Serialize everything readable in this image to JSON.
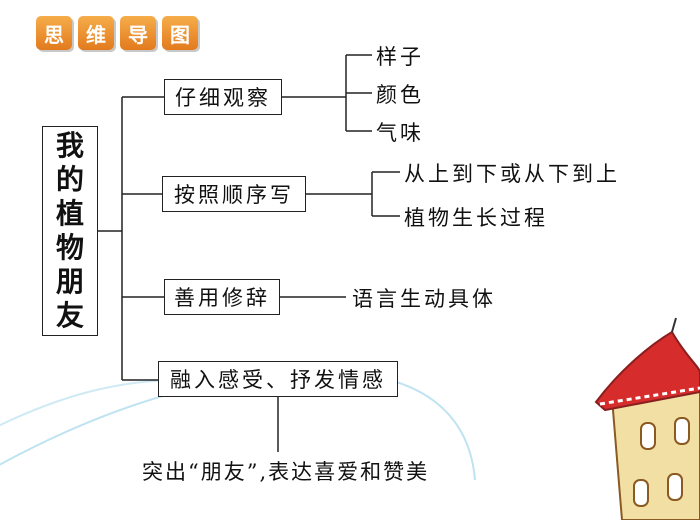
{
  "header": {
    "badges": [
      "思",
      "维",
      "导",
      "图"
    ]
  },
  "root": {
    "chars": [
      "我",
      "的",
      "植",
      "物",
      "朋",
      "友"
    ]
  },
  "branches": [
    {
      "label": "仔细观察",
      "leaves": [
        "样子",
        "颜色",
        "气味"
      ]
    },
    {
      "label": "按照顺序写",
      "leaves": [
        "从上到下或从下到上",
        "植物生长过程"
      ]
    },
    {
      "label": "善用修辞",
      "leaves": [
        "语言生动具体"
      ]
    },
    {
      "label": "融入感受、抒发情感",
      "leaves": [
        "突出“朋友”,表达喜爱和赞美"
      ]
    }
  ]
}
